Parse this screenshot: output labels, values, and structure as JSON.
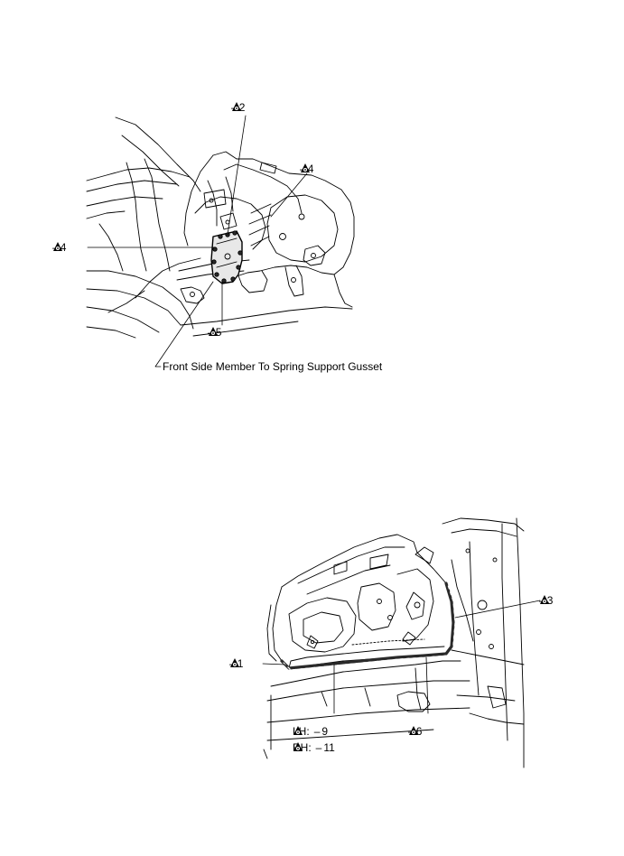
{
  "colors": {
    "line": "#000000",
    "weld_fill": "#2a2a2a",
    "background": "#ffffff"
  },
  "icons": {
    "weld_symbol": "weld-spot-triangle-icon"
  },
  "top_figure": {
    "callouts": [
      {
        "id": "c2",
        "number": "2"
      },
      {
        "id": "c4a",
        "number": "4"
      },
      {
        "id": "c4b",
        "number": "4"
      },
      {
        "id": "c5",
        "number": "5"
      }
    ],
    "caption": "Front Side Member To Spring Support Gusset"
  },
  "bottom_figure": {
    "callouts": [
      {
        "id": "c3",
        "number": "3"
      },
      {
        "id": "c1",
        "number": "1"
      },
      {
        "id": "c6",
        "number": "6"
      }
    ],
    "side_callouts": [
      {
        "side": "LH:",
        "number": "9"
      },
      {
        "side": "RH:",
        "number": "11"
      }
    ]
  }
}
